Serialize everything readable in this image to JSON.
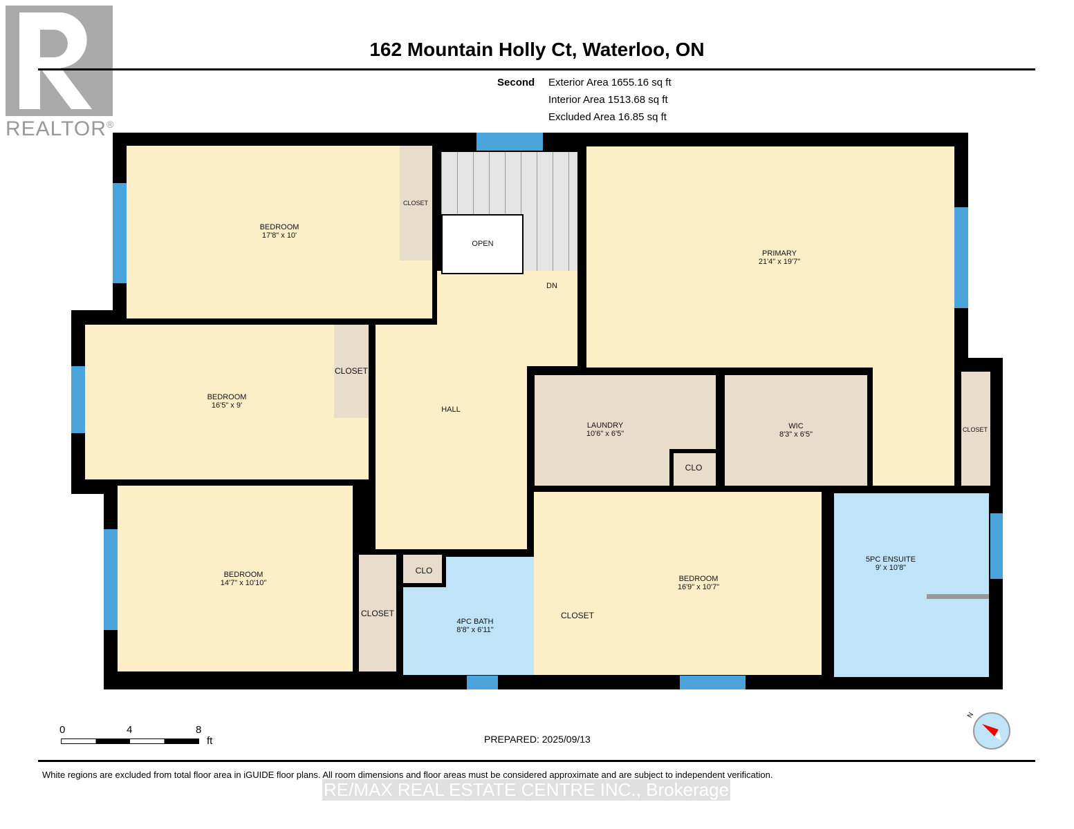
{
  "logo": {
    "text": "REALTOR",
    "mark": "®"
  },
  "title": "162 Mountain Holly Ct, Waterloo, ON",
  "floor": {
    "name": "Second",
    "exterior": "Exterior Area 1655.16 sq ft",
    "interior": "Interior Area 1513.68 sq ft",
    "excluded": "Excluded Area 16.85 sq ft"
  },
  "rooms": {
    "bed1": {
      "name": "BEDROOM",
      "dim": "17'8\" x 10'"
    },
    "bed2": {
      "name": "BEDROOM",
      "dim": "16'5\" x 9'"
    },
    "bed3": {
      "name": "BEDROOM",
      "dim": "14'7\" x 10'10\""
    },
    "bed4": {
      "name": "BEDROOM",
      "dim": "16'9\" x 10'7\""
    },
    "primary": {
      "name": "PRIMARY",
      "dim": "21'4\" x 19'7\""
    },
    "laundry": {
      "name": "LAUNDRY",
      "dim": "10'6\" x 6'5\""
    },
    "wic": {
      "name": "WIC",
      "dim": "8'3\" x 6'5\""
    },
    "bath": {
      "name": "4PC BATH",
      "dim": "8'8\" x 6'11\""
    },
    "ensuite": {
      "name": "5PC ENSUITE",
      "dim": "9' x 10'8\""
    },
    "hall": "HALL",
    "open": "OPEN",
    "dn": "DN",
    "closet": "CLOSET",
    "clo": "CLO"
  },
  "scale": {
    "t0": "0",
    "t4": "4",
    "t8": "8",
    "unit": "ft"
  },
  "prepared": "PREPARED: 2025/09/13",
  "disclaimer": "White regions are excluded from total floor area in iGUIDE floor plans. All room dimensions and floor areas must be considered approximate and are subject to independent verification.",
  "watermark": "RE/MAX REAL ESTATE CENTRE INC., Brokerage",
  "compass": "N"
}
